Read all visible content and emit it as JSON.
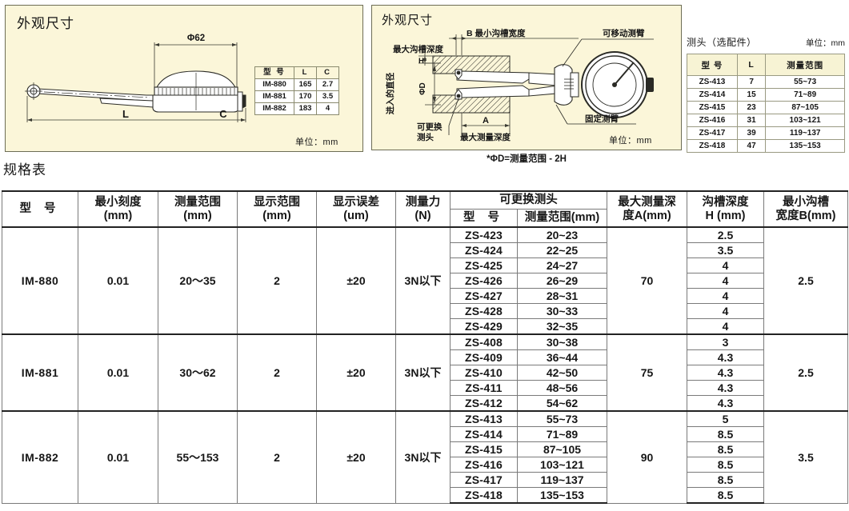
{
  "diagram_left": {
    "title": "外观尺寸",
    "dim_diameter": "Φ62",
    "dim_l": "L",
    "dim_c": "C",
    "unit_note": "单位：mm",
    "table": {
      "headers": [
        "型  号",
        "L",
        "C"
      ],
      "rows": [
        [
          "IM-880",
          "165",
          "2.7"
        ],
        [
          "IM-881",
          "170",
          "3.5"
        ],
        [
          "IM-882",
          "183",
          "4"
        ]
      ]
    }
  },
  "diagram_right": {
    "title": "外观尺寸",
    "labels": {
      "groove_width": "B 最小沟槽宽度",
      "max_groove_depth": "最大沟槽深度",
      "movable_arm": "可移动测臂",
      "fixed_arm": "固定测臂",
      "replaceable_head": "可更换\n测头",
      "max_measure_depth": "最大测量深度",
      "dim_a": "A",
      "dim_h": "H",
      "dim_phid": "ΦD",
      "entry_diameter": "进入的直径"
    },
    "unit_note": "单位：mm",
    "footnote": "*ΦD=测量范围 - 2H"
  },
  "accessory": {
    "title": "测头（选配件）",
    "unit_note": "单位：mm",
    "headers": [
      "型  号",
      "L",
      "测量范围"
    ],
    "rows": [
      [
        "ZS-413",
        "7",
        "55~73"
      ],
      [
        "ZS-414",
        "15",
        "71~89"
      ],
      [
        "ZS-415",
        "23",
        "87~105"
      ],
      [
        "ZS-416",
        "31",
        "103~121"
      ],
      [
        "ZS-417",
        "39",
        "119~137"
      ],
      [
        "ZS-418",
        "47",
        "135~153"
      ]
    ]
  },
  "spec": {
    "heading": "规格表",
    "headers": {
      "model": "型  号",
      "min_scale": "最小刻度\n(mm)",
      "min_scale_l1": "最小刻度",
      "min_scale_l2": "(mm)",
      "range_l1": "测量范围",
      "range_l2": "(mm)",
      "display_range_l1": "显示范围",
      "display_range_l2": "(mm)",
      "display_error_l1": "显示误差",
      "display_error_l2": "(um)",
      "force_l1": "测量力",
      "force_l2": "(N)",
      "replaceable_group": "可更换测头",
      "rep_model": "型  号",
      "rep_range": "测量范围(mm)",
      "max_depth_l1": "最大测量深",
      "max_depth_l2": "度A(mm)",
      "groove_depth_l1": "沟槽深度",
      "groove_depth_l2": "H (mm)",
      "min_groove_l1": "最小沟槽",
      "min_groove_l2": "宽度B(mm)"
    },
    "groups": [
      {
        "model": "IM-880",
        "min_scale": "0.01",
        "range": "20～35",
        "display_range": "2",
        "display_error": "±20",
        "force": "3N以下",
        "max_depth": "70",
        "min_groove_width": "2.5",
        "heads": [
          {
            "model": "ZS-423",
            "range": "20~23",
            "groove_depth": "2.5"
          },
          {
            "model": "ZS-424",
            "range": "22~25",
            "groove_depth": "3.5"
          },
          {
            "model": "ZS-425",
            "range": "24~27",
            "groove_depth": "4"
          },
          {
            "model": "ZS-426",
            "range": "26~29",
            "groove_depth": "4"
          },
          {
            "model": "ZS-427",
            "range": "28~31",
            "groove_depth": "4"
          },
          {
            "model": "ZS-428",
            "range": "30~33",
            "groove_depth": "4"
          },
          {
            "model": "ZS-429",
            "range": "32~35",
            "groove_depth": "4"
          }
        ]
      },
      {
        "model": "IM-881",
        "min_scale": "0.01",
        "range": "30～62",
        "display_range": "2",
        "display_error": "±20",
        "force": "3N以下",
        "max_depth": "75",
        "min_groove_width": "2.5",
        "heads": [
          {
            "model": "ZS-408",
            "range": "30~38",
            "groove_depth": "3"
          },
          {
            "model": "ZS-409",
            "range": "36~44",
            "groove_depth": "4.3"
          },
          {
            "model": "ZS-410",
            "range": "42~50",
            "groove_depth": "4.3"
          },
          {
            "model": "ZS-411",
            "range": "48~56",
            "groove_depth": "4.3"
          },
          {
            "model": "ZS-412",
            "range": "54~62",
            "groove_depth": "4.3"
          }
        ]
      },
      {
        "model": "IM-882",
        "min_scale": "0.01",
        "range": "55～153",
        "display_range": "2",
        "display_error": "±20",
        "force": "3N以下",
        "max_depth": "90",
        "min_groove_width": "3.5",
        "heads": [
          {
            "model": "ZS-413",
            "range": "55~73",
            "groove_depth": "5"
          },
          {
            "model": "ZS-414",
            "range": "71~89",
            "groove_depth": "8.5"
          },
          {
            "model": "ZS-415",
            "range": "87~105",
            "groove_depth": "8.5"
          },
          {
            "model": "ZS-416",
            "range": "103~121",
            "groove_depth": "8.5"
          },
          {
            "model": "ZS-417",
            "range": "119~137",
            "groove_depth": "8.5"
          },
          {
            "model": "ZS-418",
            "range": "135~153",
            "groove_depth": "8.5"
          }
        ]
      }
    ]
  },
  "colors": {
    "panel_bg": "#fbf6d9",
    "panel_border": "#6d6d55",
    "table_header_bg": "#f7f3d4",
    "text": "#161616",
    "rule": "#7a7a7a"
  }
}
